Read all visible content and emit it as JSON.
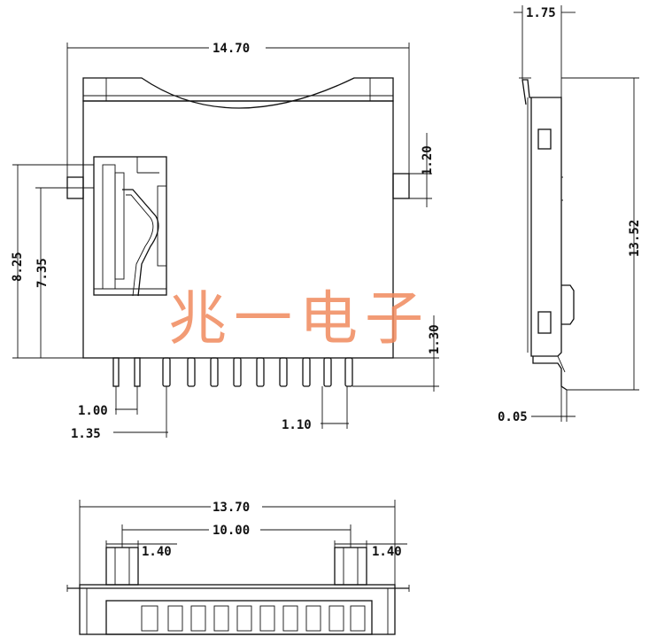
{
  "dimensions": {
    "overall_width": "14.70",
    "side_height": "13.52",
    "top_thickness": "1.75",
    "bottom_offset": "0.05",
    "left_height_outer": "8.25",
    "left_height_inner": "7.35",
    "tab_height": "1.20",
    "pin_length": "1.30",
    "pin_first": "1.00",
    "pin_second": "1.35",
    "pin_pitch": "1.10",
    "bottom_width": "13.70",
    "post_spacing": "10.00",
    "post_left": "1.40",
    "post_right": "1.40"
  },
  "watermark": {
    "text": "兆一电子",
    "color": "#f08a5d"
  }
}
